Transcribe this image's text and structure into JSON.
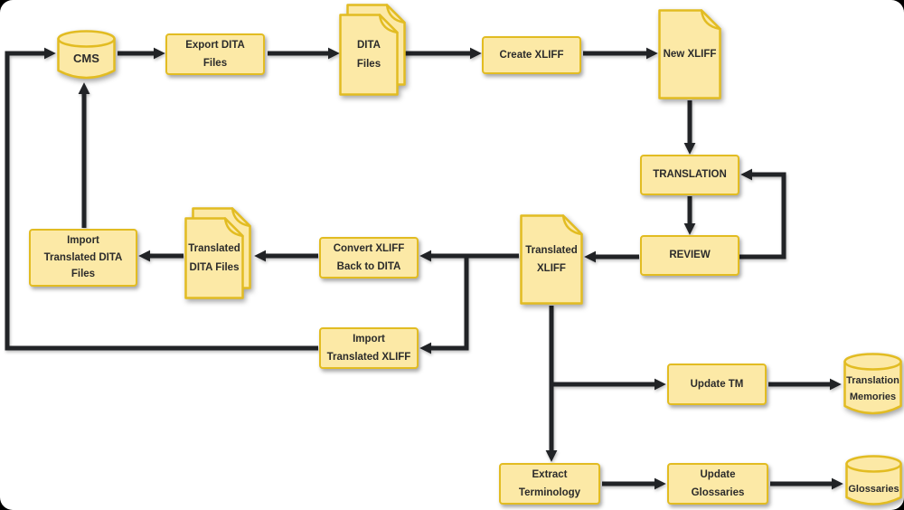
{
  "diagram": {
    "title": "DITA / XLIFF translation workflow",
    "colors": {
      "canvas_background": "#FFFFFF",
      "frame_corners": "#000000",
      "node_fill": "#FCE9A6",
      "node_border": "#E2BC22",
      "connector": "#212326",
      "text": "#2B2B2B"
    },
    "nodes": {
      "cms": {
        "label": "CMS",
        "type": "database"
      },
      "export_dita": {
        "label": "Export DITA\nFiles",
        "type": "process"
      },
      "dita_files": {
        "label": "DITA\nFiles",
        "type": "documents"
      },
      "create_xliff": {
        "label": "Create XLIFF",
        "type": "process"
      },
      "new_xliff": {
        "label": "New XLIFF",
        "type": "document"
      },
      "translation": {
        "label": "TRANSLATION",
        "type": "process"
      },
      "review": {
        "label": "REVIEW",
        "type": "process"
      },
      "translated_xliff": {
        "label": "Translated\nXLIFF",
        "type": "document"
      },
      "convert_xliff": {
        "label": "Convert XLIFF\nBack to DITA",
        "type": "process"
      },
      "translated_dita": {
        "label": "Translated\nDITA Files",
        "type": "documents"
      },
      "import_dita": {
        "label": "Import\nTranslated DITA\nFiles",
        "type": "process"
      },
      "import_xliff": {
        "label": "Import\nTranslated XLIFF",
        "type": "process"
      },
      "update_tm": {
        "label": "Update TM",
        "type": "process"
      },
      "translation_memories": {
        "label": "Translation\nMemories",
        "type": "database"
      },
      "extract_terminology": {
        "label": "Extract\nTerminology",
        "type": "process"
      },
      "update_glossaries": {
        "label": "Update\nGlossaries",
        "type": "process"
      },
      "glossaries": {
        "label": "Glossaries",
        "type": "database"
      }
    },
    "edges": [
      {
        "from": "CMS",
        "to": "Export DITA Files"
      },
      {
        "from": "Export DITA Files",
        "to": "DITA Files"
      },
      {
        "from": "DITA Files",
        "to": "Create XLIFF"
      },
      {
        "from": "Create XLIFF",
        "to": "New XLIFF"
      },
      {
        "from": "New XLIFF",
        "to": "TRANSLATION"
      },
      {
        "from": "TRANSLATION",
        "to": "REVIEW"
      },
      {
        "from": "REVIEW",
        "to": "TRANSLATION"
      },
      {
        "from": "REVIEW",
        "to": "Translated XLIFF"
      },
      {
        "from": "Translated XLIFF",
        "to": "Convert XLIFF Back to DITA"
      },
      {
        "from": "Translated XLIFF",
        "to": "Import Translated XLIFF"
      },
      {
        "from": "Convert XLIFF Back to DITA",
        "to": "Translated DITA Files"
      },
      {
        "from": "Translated DITA Files",
        "to": "Import Translated DITA Files"
      },
      {
        "from": "Import Translated DITA Files",
        "to": "CMS"
      },
      {
        "from": "Import Translated XLIFF",
        "to": "CMS"
      },
      {
        "from": "Translated XLIFF",
        "to": "Update TM"
      },
      {
        "from": "Translated XLIFF",
        "to": "Extract Terminology"
      },
      {
        "from": "Update TM",
        "to": "Translation Memories"
      },
      {
        "from": "Extract Terminology",
        "to": "Update Glossaries"
      },
      {
        "from": "Update Glossaries",
        "to": "Glossaries"
      }
    ]
  }
}
